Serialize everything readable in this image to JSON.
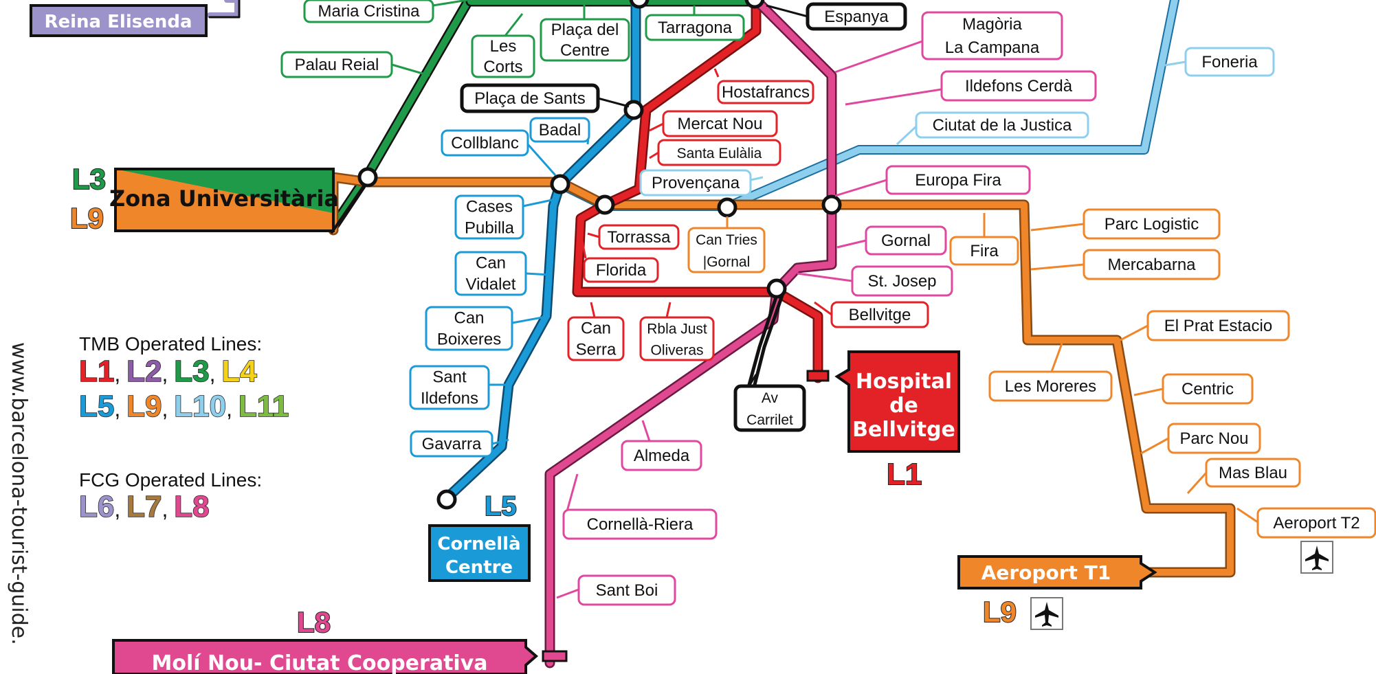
{
  "colors": {
    "L1": "#e32227",
    "L3": "#1e9a48",
    "L5": "#1a9ad6",
    "L8": "#e0488f",
    "L9": "#f0862a",
    "L10": "#8ecfee",
    "L6": "#9b93c9",
    "black": "#111111"
  },
  "terminals": {
    "reina_elisenda": "Reina Elisenda",
    "zona_universitaria": "Zona Universitària",
    "cornella_centre_1": "Cornellà",
    "cornella_centre_2": "Centre",
    "hospital_1": "Hospital",
    "hospital_2": "de",
    "hospital_3": "Bellvitge",
    "aeroport_t1": "Aeroport T1",
    "moli_nou": "Molí Nou- Ciutat Cooperativa"
  },
  "line_badges": {
    "l3": "L3",
    "l9_zona": "L9",
    "l5": "L5",
    "l1": "L1",
    "l9_aero": "L9",
    "l8": "L8"
  },
  "stations": {
    "maria_cristina": "Maria Cristina",
    "palau_reial": "Palau Reial",
    "les_corts_1": "Les",
    "les_corts_2": "Corts",
    "placa_centre_1": "Plaça del",
    "placa_centre_2": "Centre",
    "tarragona": "Tarragona",
    "espanya": "Espanya",
    "magoria_1": "Magòria",
    "magoria_2": "La Campana",
    "ildefons": "Ildefons Cerdà",
    "foneria": "Foneria",
    "placa_sants": "Plaça de Sants",
    "hostafrancs": "Hostafrancs",
    "mercat_nou": "Mercat Nou",
    "santa_eulalia": "Santa Eulàlia",
    "badal": "Badal",
    "collblanc": "Collblanc",
    "ciutat_justicia": "Ciutat de la Justica",
    "provencana": "Provençana",
    "europa_fira": "Europa Fira",
    "cases_pubilla_1": "Cases",
    "cases_pubilla_2": "Pubilla",
    "torrassa": "Torrassa",
    "can_tries_1": "Can Tries",
    "can_tries_2": "|Gornal",
    "gornal": "Gornal",
    "fira": "Fira",
    "parc_logistic": "Parc Logistic",
    "mercabarna": "Mercabarna",
    "florida": "Florida",
    "can_vidalet_1": "Can",
    "can_vidalet_2": "Vidalet",
    "st_josep": "St. Josep",
    "bellvitge": "Bellvitge",
    "can_boixeres_1": "Can",
    "can_boixeres_2": "Boixeres",
    "can_serra_1": "Can",
    "can_serra_2": "Serra",
    "rbla_1": "Rbla Just",
    "rbla_2": "Oliveras",
    "el_prat": "El Prat Estacio",
    "sant_ildefons_1": "Sant",
    "sant_ildefons_2": "Ildefons",
    "les_moreres": "Les Moreres",
    "centric": "Centric",
    "av_carrilet_1": "Av",
    "av_carrilet_2": "Carrilet",
    "gavarra": "Gavarra",
    "almeda": "Almeda",
    "parc_nou": "Parc Nou",
    "mas_blau": "Mas Blau",
    "aeroport_t2": "Aeroport T2",
    "cornella_riera": "Cornellà-Riera",
    "sant_boi": "Sant Boi"
  },
  "legend": {
    "tmb_title": "TMB Operated Lines:",
    "tmb_row1": [
      "L1",
      "L2",
      "L3",
      "L4"
    ],
    "tmb_row2": [
      "L5",
      "L9",
      "L10",
      "L11"
    ],
    "fcg_title": "FCG Operated Lines:",
    "fcg_row": [
      "L6",
      "L7",
      "L8"
    ],
    "sep": ","
  },
  "legend_colors": {
    "L1": "#e32227",
    "L2": "#8e5ba6",
    "L3": "#1e9a48",
    "L4": "#f5d21a",
    "L5": "#1a9ad6",
    "L9": "#f0862a",
    "L10": "#8ecfee",
    "L11": "#7dbb42",
    "L6": "#9b93c9",
    "L7": "#a8793f",
    "L8": "#e0488f"
  },
  "website": "www.barcelona-tourist-guide."
}
